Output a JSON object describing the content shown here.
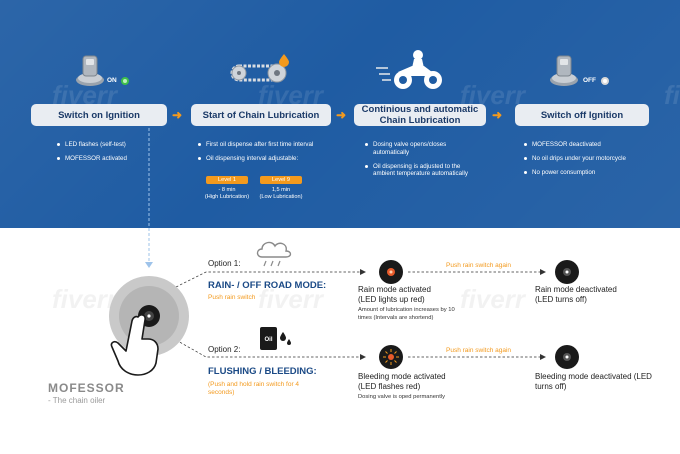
{
  "watermark": "fiverr",
  "steps": [
    {
      "label": "Switch on Ignition",
      "state": "ON",
      "bullets": [
        "LED flashes (self-test)",
        "MOFESSOR activated"
      ]
    },
    {
      "label": "Start of Chain Lubrication",
      "bullets": [
        "First oil dispense after first time interval",
        "Oil dispensing interval adjustable:"
      ],
      "levels": [
        {
          "name": "Level 1",
          "time": "8 min",
          "desc": "(High Lubrication)"
        },
        {
          "name": "Level 9",
          "time": "1,5 min",
          "desc": "(Low Lubrication)"
        }
      ]
    },
    {
      "label": "Continious and automatic Chain Lubrication",
      "bullets": [
        "Dosing valve opens/closes automatically",
        "Oil dispensing is adjusted to the ambient temperature automatically"
      ]
    },
    {
      "label": "Switch off Ignition",
      "state": "OFF",
      "bullets": [
        "MOFESSOR deactivated",
        "No oil drips under your motorcycle",
        "No power consumption"
      ]
    }
  ],
  "brand": {
    "name": "MOFESSOR",
    "tagline": "- The chain oiler"
  },
  "options": [
    {
      "option_label": "Option 1:",
      "mode": "RAIN- / OFF ROAD MODE:",
      "instruction": "Push rain switch",
      "activated": "Rain mode activated (LED lights up red)",
      "activated_note": "Amount of lubrication increases by 10 times  (Intervals are shortend)",
      "again": "Push rain switch again",
      "deactivated": "Rain mode deactivated (LED turns off)"
    },
    {
      "option_label": "Option 2:",
      "mode": "FLUSHING / BLEEDING:",
      "instruction": "(Push and hold rain switch for 4 seconds)",
      "activated": "Bleeding mode activated (LED flashes red)",
      "activated_note": "Dosing valve is oped permanently",
      "again": "Push rain switch again",
      "deactivated": "Bleeding mode deactivated (LED turns off)",
      "oil_label": "Oil"
    }
  ],
  "colors": {
    "blue": "#1f5ca3",
    "orange": "#f39a1e",
    "box": "#e9edf2",
    "on": "#3fbf4a",
    "off": "#d8d8d8"
  }
}
